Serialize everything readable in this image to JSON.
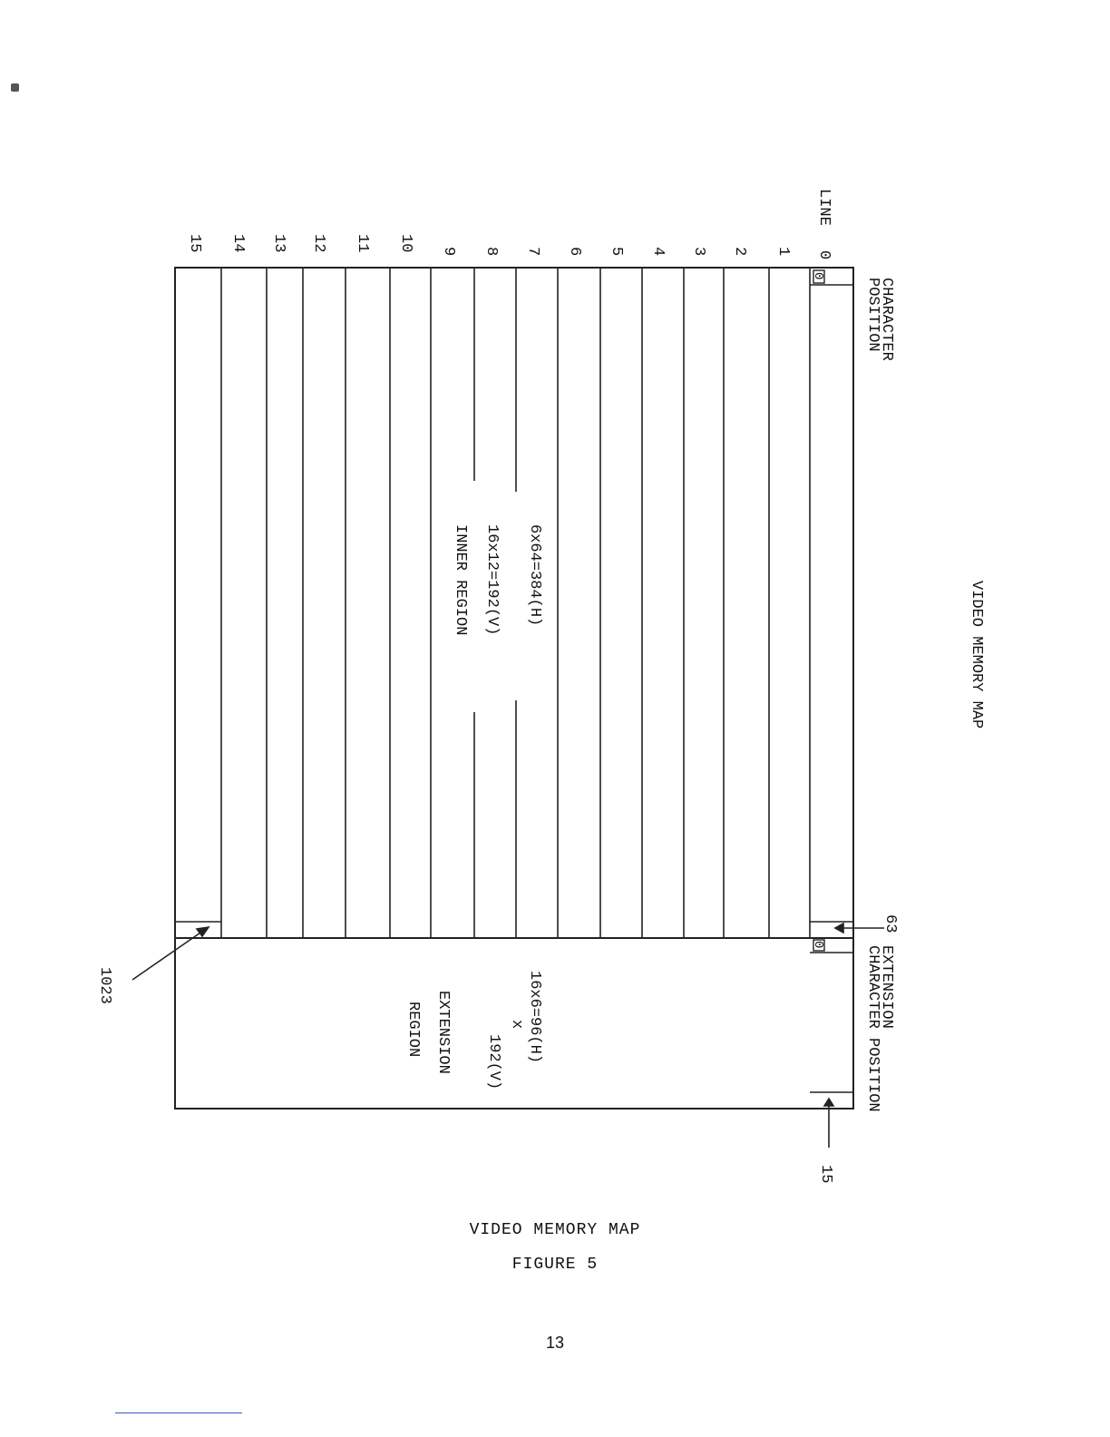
{
  "diagram": {
    "title": "VIDEO MEMORY MAP",
    "line_axis_label": "LINE",
    "line_numbers": [
      "0",
      "1",
      "2",
      "3",
      "4",
      "5",
      "6",
      "7",
      "8",
      "9",
      "10",
      "11",
      "12",
      "13",
      "14",
      "15"
    ],
    "inner_region": {
      "char_position_label_1": "CHARACTER",
      "char_position_label_2": "POSITION",
      "first_cell": "0",
      "last_position": "63",
      "dims_h": "6x64=384(H)",
      "dims_v": "16x12=192(V)",
      "name": "INNER REGION"
    },
    "extension_region": {
      "label_1": "EXTENSION",
      "label_2": "CHARACTER POSITION",
      "first_cell": "0",
      "last_position": "15",
      "dims_h": "16x6=96(H)",
      "dims_x": "x",
      "dims_v": "192(V)",
      "name_1": "EXTENSION",
      "name_2": "REGION"
    },
    "last_address": "1023"
  },
  "caption": {
    "line_1": "VIDEO MEMORY MAP",
    "line_2": "FIGURE 5"
  },
  "page_number": "13"
}
